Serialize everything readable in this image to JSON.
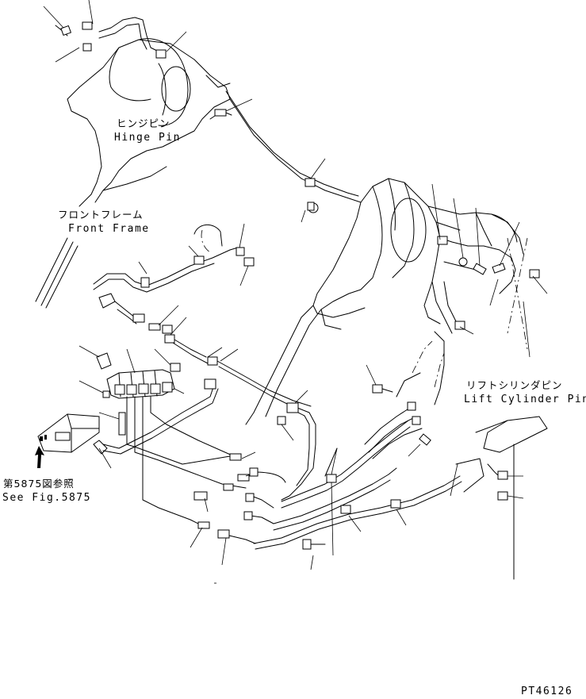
{
  "labels": {
    "hinge_pin_jp": "ヒンジピン",
    "hinge_pin_en": "Hinge Pin",
    "front_frame_jp": "フロントフレーム",
    "front_frame_en": "Front Frame",
    "lift_cylinder_pin_jp": "リフトシリンダピン",
    "lift_cylinder_pin_en": "Lift Cylinder Pin",
    "see_fig_jp": "第5875図参照",
    "see_fig_en": "See Fig.5875",
    "drawing_number": "PT46126"
  },
  "icons": {
    "arrow": "arrow-up-icon"
  }
}
